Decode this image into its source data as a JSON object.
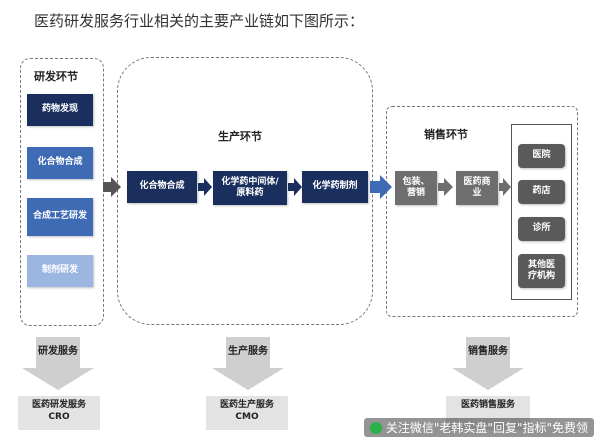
{
  "title": "医药研发服务行业相关的主要产业链如下图所示：",
  "rd": {
    "label": "研发环节",
    "items": [
      "药物发现",
      "化合物合成",
      "合成工艺研发",
      "制剂研发"
    ]
  },
  "production": {
    "label": "生产环节",
    "items": [
      "化合物合成",
      "化学药中间体/原料药",
      "化学药制剂"
    ]
  },
  "sales": {
    "label": "销售环节",
    "steps": [
      "包装、营销",
      "医药商业"
    ],
    "outlets": [
      "医院",
      "药店",
      "诊所",
      "其他医疗机构"
    ]
  },
  "services": [
    {
      "label": "研发服务",
      "name": "医药研发服务",
      "abbr": "CRO"
    },
    {
      "label": "生产服务",
      "name": "医药生产服务",
      "abbr": "CMO"
    },
    {
      "label": "销售服务",
      "name": "医药销售服务",
      "abbr": ""
    }
  ],
  "watermark": "关注微信\"老韩实盘\"回复\"指标\"免费领",
  "colors": {
    "navy": "#1a2f5e",
    "mid_blue": "#3f6ab4",
    "light_blue": "#9cb6e2",
    "gray": "#6e6e6e"
  }
}
